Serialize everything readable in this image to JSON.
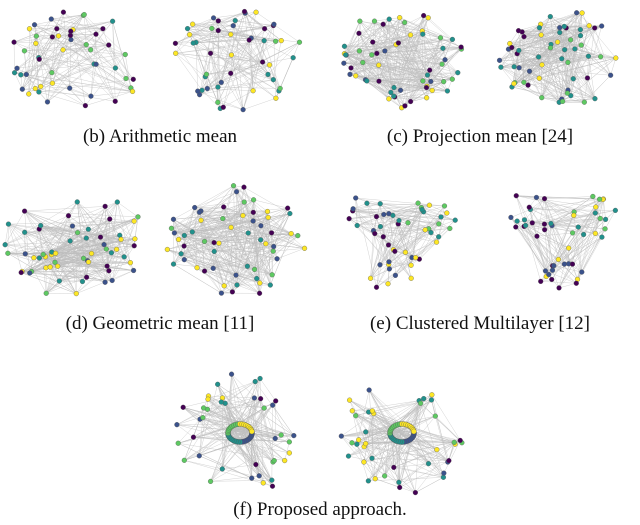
{
  "colors": {
    "purple": "#440154",
    "blue": "#3b528b",
    "teal": "#21918c",
    "green": "#5ec962",
    "yellow": "#fde725",
    "edge": "#bdbdbd"
  },
  "panels": [
    {
      "id": "b",
      "caption": "(b) Arithmetic mean"
    },
    {
      "id": "c",
      "caption": "(c) Projection mean [24]"
    },
    {
      "id": "d",
      "caption": "(d) Geometric mean [11]"
    },
    {
      "id": "e",
      "caption": "(e) Clustered Multilayer [12]"
    },
    {
      "id": "f",
      "caption": "(f) Proposed approach."
    }
  ]
}
